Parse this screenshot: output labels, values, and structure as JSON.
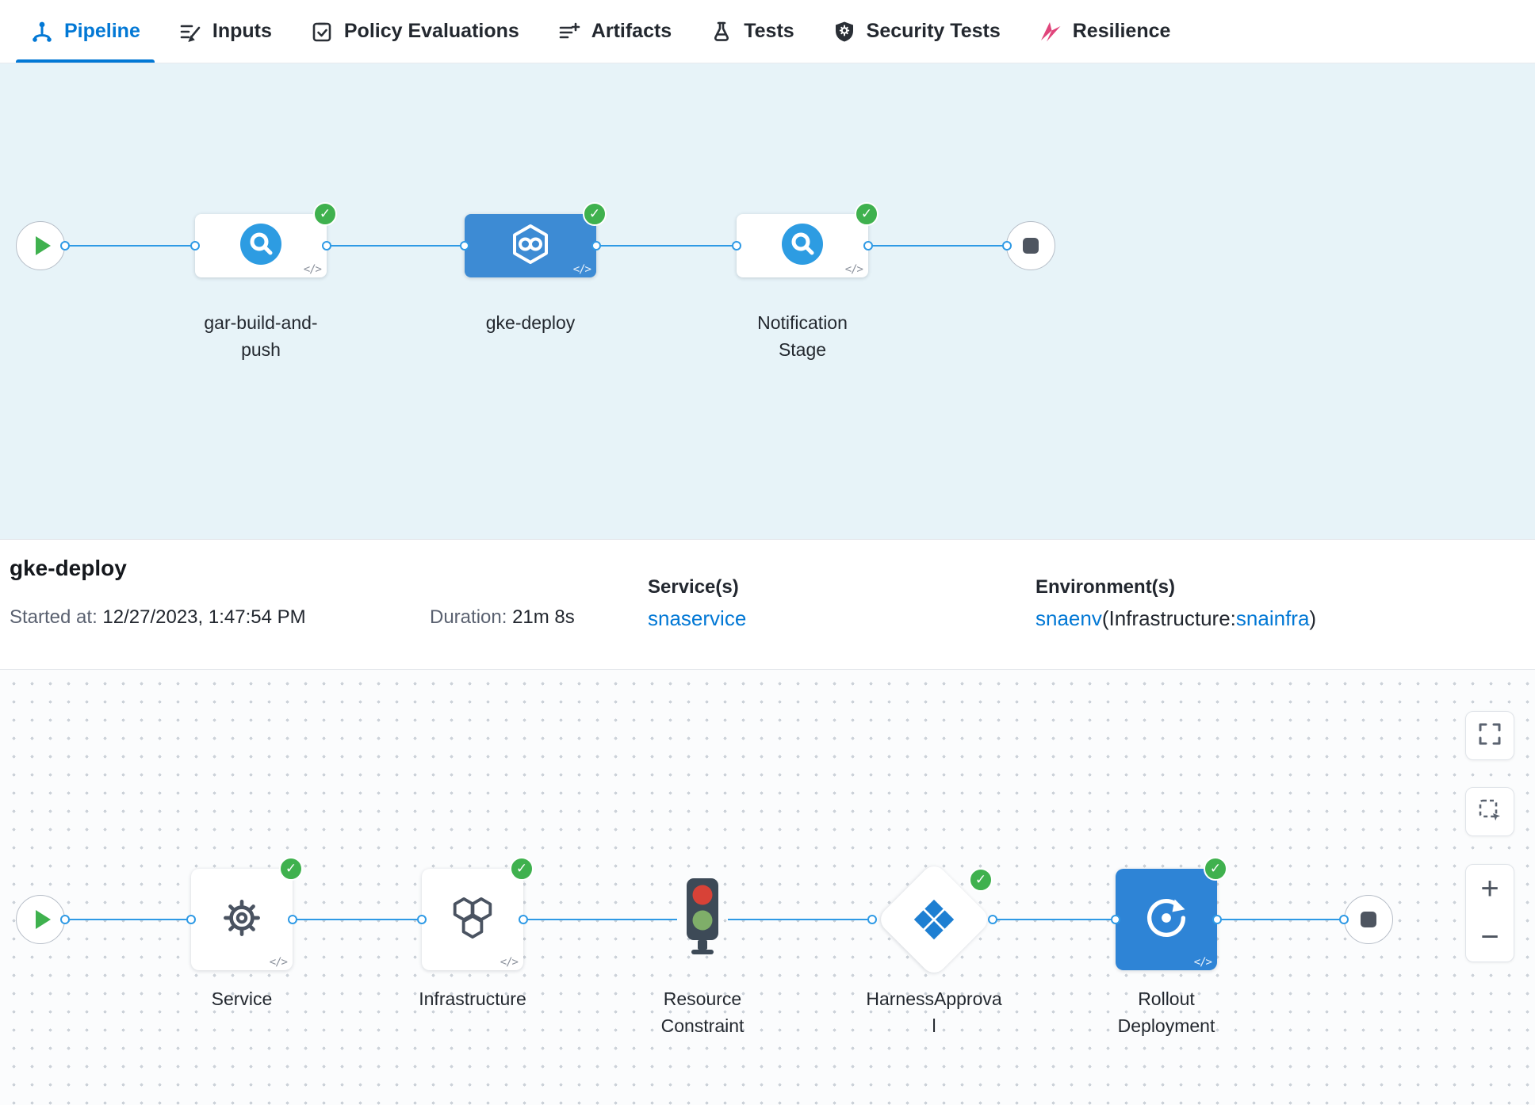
{
  "tabs": [
    {
      "label": "Pipeline",
      "active": true
    },
    {
      "label": "Inputs",
      "active": false
    },
    {
      "label": "Policy Evaluations",
      "active": false
    },
    {
      "label": "Artifacts",
      "active": false
    },
    {
      "label": "Tests",
      "active": false
    },
    {
      "label": "Security Tests",
      "active": false
    },
    {
      "label": "Resilience",
      "active": false
    }
  ],
  "glyphs": {
    "check": "✓",
    "code": "</>",
    "plus": "+",
    "minus": "−"
  },
  "colors": {
    "accent": "#0278d5",
    "success": "#3fb14e",
    "connector": "#2f9ae5",
    "selected-stage": "#3d8bd4",
    "rollout-blue": "#2e84d6",
    "resilience-pink": "#e0457b",
    "link": "#0278d5"
  },
  "stage_graph": {
    "stages": [
      {
        "name": "gar-build-and-push",
        "status": "success",
        "selected": false
      },
      {
        "name": "gke-deploy",
        "status": "success",
        "selected": true
      },
      {
        "name": "Notification Stage",
        "status": "success",
        "selected": false
      }
    ]
  },
  "details": {
    "title": "gke-deploy",
    "started_label": "Started at:",
    "started_value": "12/27/2023, 1:47:54 PM",
    "duration_label": "Duration:",
    "duration_value": "21m 8s",
    "services_label": "Service(s)",
    "service_link": "snaservice",
    "environments_label": "Environment(s)",
    "env_link": "snaenv",
    "env_infra_prefix": "(Infrastructure:",
    "env_infra_link": "snainfra",
    "env_suffix": ")"
  },
  "execution_graph": {
    "steps": [
      {
        "name": "Service",
        "status": "success"
      },
      {
        "name": "Infrastructure",
        "status": "success"
      },
      {
        "name": "Resource Constraint",
        "status": "none"
      },
      {
        "name": "HarnessApproval",
        "status": "success"
      },
      {
        "name": "Rollout Deployment",
        "status": "success"
      }
    ]
  }
}
